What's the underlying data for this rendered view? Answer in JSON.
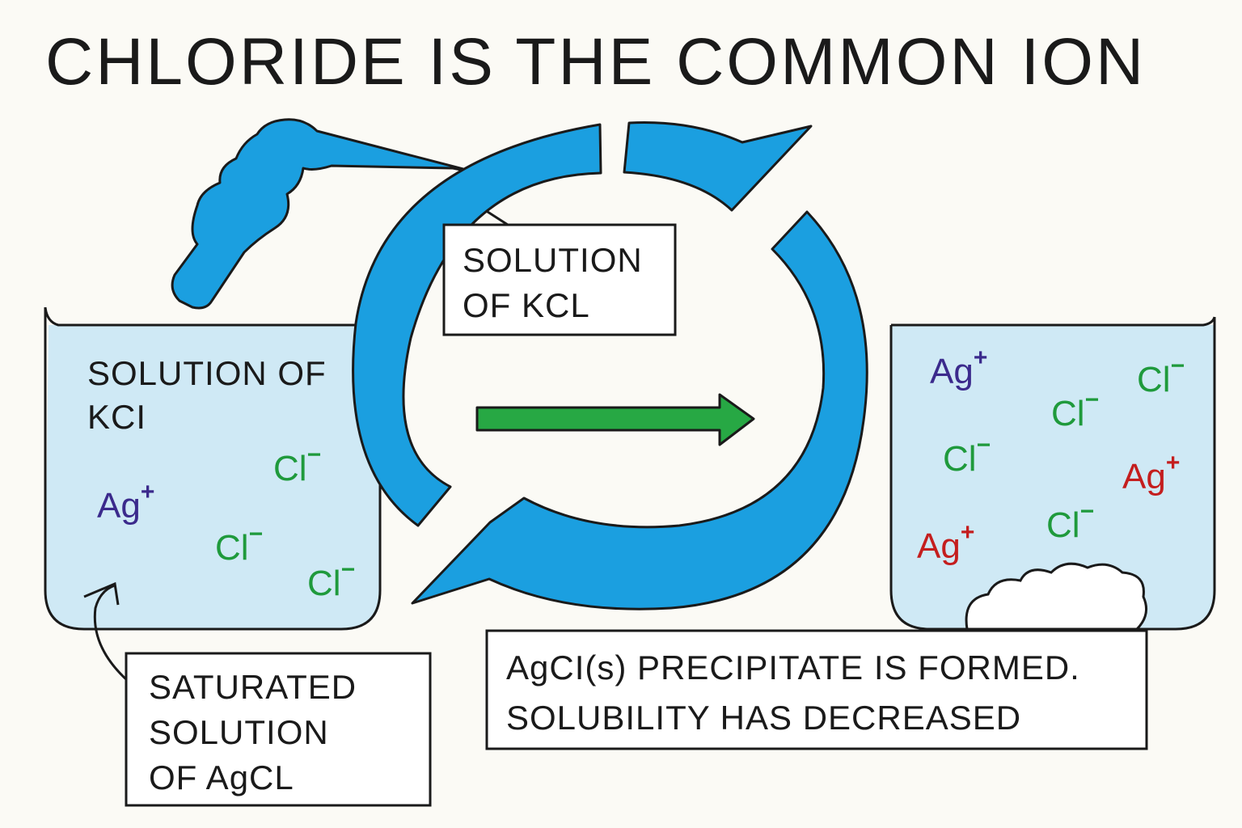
{
  "title": "CHLORIDE IS THE COMMON ION",
  "top_box": {
    "line1": "SOLUTION",
    "line2": "OF  KCL"
  },
  "left_beaker": {
    "line1": "SOLUTION  OF",
    "line2": "KCI"
  },
  "saturated_box": {
    "line1": "SATURATED",
    "line2": "SOLUTION",
    "line3": "OF  AgCL"
  },
  "result_box": {
    "line1": "AgCI(s)  PRECIPITATE  IS  FORMED.",
    "line2": "SOLUBILITY  HAS  DECREASED"
  },
  "ions": {
    "ag": "Ag",
    "cl": "Cl",
    "plus": "+",
    "minus": "−"
  },
  "colors": {
    "blue": "#1b9fe0",
    "outline": "#1a1a1a",
    "water": "#cfe9f5",
    "green_arrow": "#27a844",
    "cl_green": "#1f9a3c",
    "ag_purple": "#3b2a8c",
    "ag_red": "#c41e1e"
  }
}
